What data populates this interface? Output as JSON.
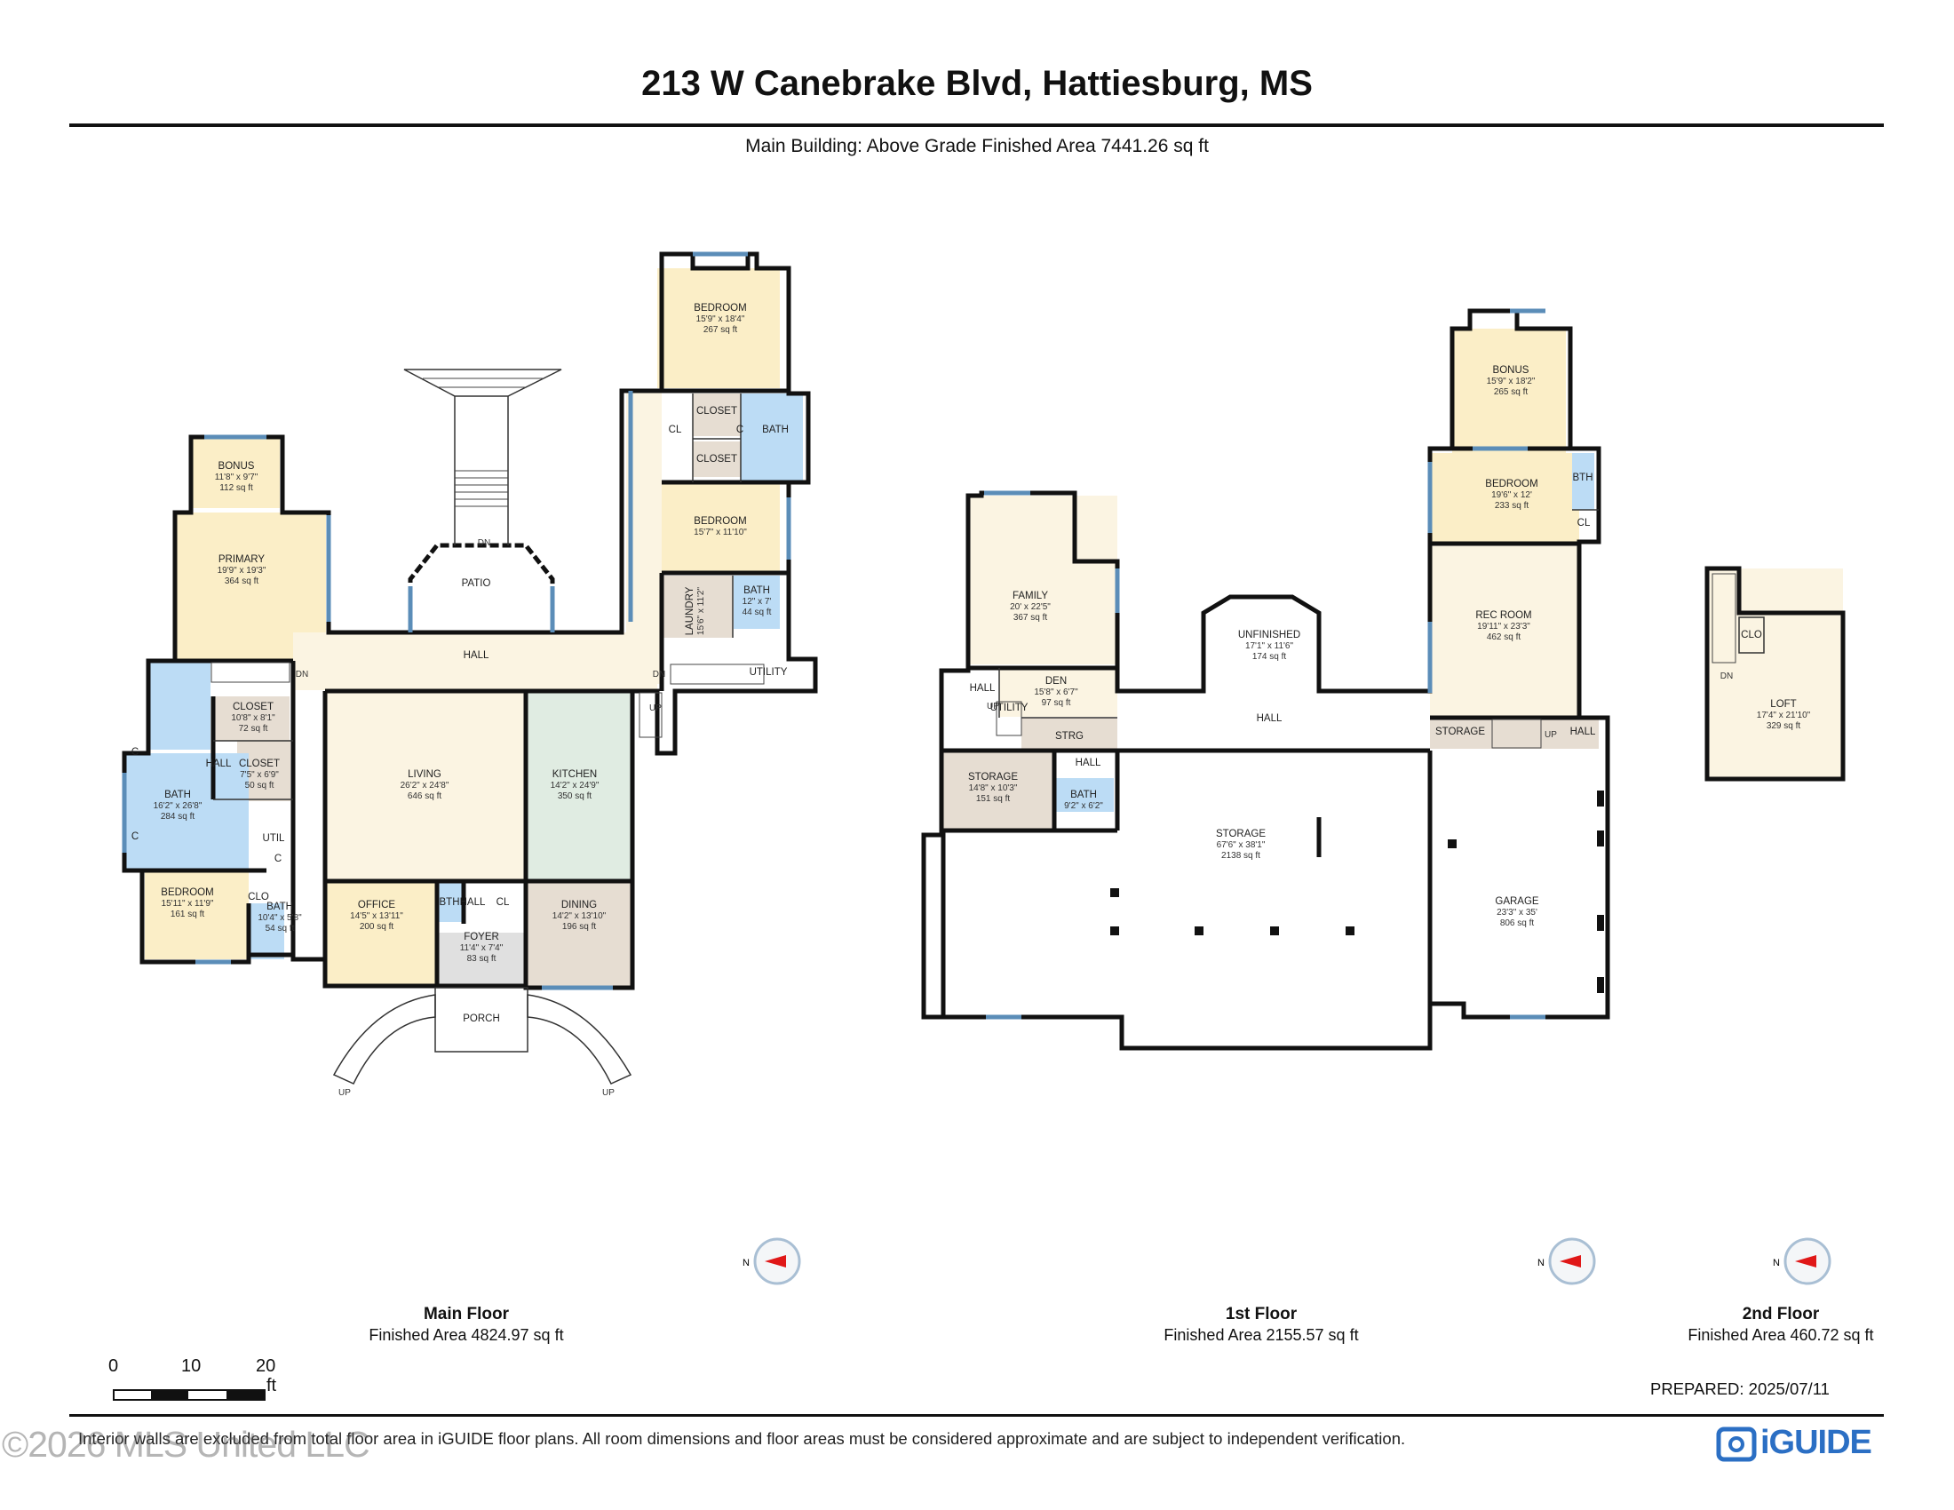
{
  "header": {
    "title": "213 W Canebrake Blvd, Hattiesburg, MS",
    "subtitle": "Main Building: Above Grade Finished Area 7441.26 sq ft"
  },
  "colors": {
    "bedroom": "#fbeec7",
    "bath": "#bcdcf5",
    "kitchen": "#e0ece2",
    "utility": "#e6ddd2",
    "wall": "#111111",
    "window": "#5b8db8"
  },
  "floors": [
    {
      "name": "Main Floor",
      "area": "Finished Area 4824.97 sq ft",
      "rooms": [
        {
          "name": "BEDROOM",
          "dims": "15'9\" x 18'4\"",
          "area": "267 sq ft"
        },
        {
          "name": "CLOSET",
          "dims": "",
          "area": ""
        },
        {
          "name": "CL",
          "dims": "",
          "area": ""
        },
        {
          "name": "C",
          "dims": "",
          "area": ""
        },
        {
          "name": "BATH",
          "dims": "",
          "area": ""
        },
        {
          "name": "CLOSET",
          "dims": "",
          "area": ""
        },
        {
          "name": "BEDROOM",
          "dims": "15'7\" x 11'10\"",
          "area": ""
        },
        {
          "name": "LAUNDRY",
          "dims": "15'6\" x 11'2\"",
          "area": ""
        },
        {
          "name": "BATH",
          "dims": "12\" x 7'",
          "area": "44 sq ft"
        },
        {
          "name": "UTILITY",
          "dims": "",
          "area": ""
        },
        {
          "name": "BONUS",
          "dims": "11'8\" x 9'7\"",
          "area": "112 sq ft"
        },
        {
          "name": "PRIMARY",
          "dims": "19'9\" x 19'3\"",
          "area": "364 sq ft"
        },
        {
          "name": "PATIO",
          "dims": "",
          "area": ""
        },
        {
          "name": "HALL",
          "dims": "",
          "area": ""
        },
        {
          "name": "CLOSET",
          "dims": "10'8\" x 8'1\"",
          "area": "72 sq ft"
        },
        {
          "name": "HALL",
          "dims": "",
          "area": ""
        },
        {
          "name": "CLOSET",
          "dims": "7'5\" x 6'9\"",
          "area": "50 sq ft"
        },
        {
          "name": "BATH",
          "dims": "16'2\" x 26'8\"",
          "area": "284 sq ft"
        },
        {
          "name": "UTIL",
          "dims": "",
          "area": ""
        },
        {
          "name": "C",
          "dims": "",
          "area": ""
        },
        {
          "name": "C",
          "dims": "",
          "area": ""
        },
        {
          "name": "C",
          "dims": "",
          "area": ""
        },
        {
          "name": "LIVING",
          "dims": "26'2\" x 24'8\"",
          "area": "646 sq ft"
        },
        {
          "name": "KITCHEN",
          "dims": "14'2\" x 24'9\"",
          "area": "350 sq ft"
        },
        {
          "name": "BEDROOM",
          "dims": "15'11\" x 11'9\"",
          "area": "161 sq ft"
        },
        {
          "name": "CLO",
          "dims": "",
          "area": ""
        },
        {
          "name": "BATH",
          "dims": "10'4\" x 5'8\"",
          "area": "54 sq ft"
        },
        {
          "name": "OFFICE",
          "dims": "14'5\" x 13'11\"",
          "area": "200 sq ft"
        },
        {
          "name": "BTH",
          "dims": "",
          "area": ""
        },
        {
          "name": "HALL",
          "dims": "",
          "area": ""
        },
        {
          "name": "CL",
          "dims": "",
          "area": ""
        },
        {
          "name": "FOYER",
          "dims": "11'4\" x 7'4\"",
          "area": "83 sq ft"
        },
        {
          "name": "DINING",
          "dims": "14'2\" x 13'10\"",
          "area": "196 sq ft"
        },
        {
          "name": "PORCH",
          "dims": "",
          "area": ""
        }
      ],
      "stair_labels": [
        "DN",
        "DN",
        "DN",
        "UP",
        "UP",
        "UP"
      ]
    },
    {
      "name": "1st Floor",
      "area": "Finished Area 2155.57 sq ft",
      "rooms": [
        {
          "name": "BONUS",
          "dims": "15'9\" x 18'2\"",
          "area": "265 sq ft"
        },
        {
          "name": "BEDROOM",
          "dims": "19'6\" x 12'",
          "area": "233 sq ft"
        },
        {
          "name": "BTH",
          "dims": "",
          "area": ""
        },
        {
          "name": "CL",
          "dims": "",
          "area": ""
        },
        {
          "name": "FAMILY",
          "dims": "20' x 22'5\"",
          "area": "367 sq ft"
        },
        {
          "name": "UNFINISHED",
          "dims": "17'1\" x 11'6\"",
          "area": "174 sq ft"
        },
        {
          "name": "REC ROOM",
          "dims": "19'11\" x 23'3\"",
          "area": "462 sq ft"
        },
        {
          "name": "HALL",
          "dims": "",
          "area": ""
        },
        {
          "name": "DEN",
          "dims": "15'8\" x 6'7\"",
          "area": "97 sq ft"
        },
        {
          "name": "UTILITY",
          "dims": "",
          "area": ""
        },
        {
          "name": "STRG",
          "dims": "",
          "area": ""
        },
        {
          "name": "HALL",
          "dims": "",
          "area": ""
        },
        {
          "name": "STORAGE",
          "dims": "",
          "area": ""
        },
        {
          "name": "HALL",
          "dims": "",
          "area": ""
        },
        {
          "name": "STORAGE",
          "dims": "14'8\" x 10'3\"",
          "area": "151 sq ft"
        },
        {
          "name": "HALL",
          "dims": "",
          "area": ""
        },
        {
          "name": "BATH",
          "dims": "9'2\" x 6'2\"",
          "area": ""
        },
        {
          "name": "STORAGE",
          "dims": "67'6\" x 38'1\"",
          "area": "2138 sq ft"
        },
        {
          "name": "GARAGE",
          "dims": "23'3\" x 35'",
          "area": "806 sq ft"
        }
      ],
      "stair_labels": [
        "UP",
        "UP"
      ]
    },
    {
      "name": "2nd Floor",
      "area": "Finished Area 460.72 sq ft",
      "rooms": [
        {
          "name": "CLO",
          "dims": "",
          "area": ""
        },
        {
          "name": "LOFT",
          "dims": "17'4\" x 21'10\"",
          "area": "329 sq ft"
        }
      ],
      "stair_labels": [
        "DN"
      ]
    }
  ],
  "compass": {
    "label": "N",
    "icon": "north-compass-icon"
  },
  "scale": {
    "ticks": [
      "0",
      "10",
      "20"
    ],
    "unit": "ft"
  },
  "prepared": "PREPARED: 2025/07/11",
  "disclaimer": "Interior walls are excluded from total floor area in iGUIDE floor plans. All room dimensions and floor areas must be considered approximate and are subject to independent verification.",
  "watermark": "©2026 MLS United LLC",
  "logo": {
    "text": "iGUIDE",
    "icon": "iguide-logo-icon"
  }
}
